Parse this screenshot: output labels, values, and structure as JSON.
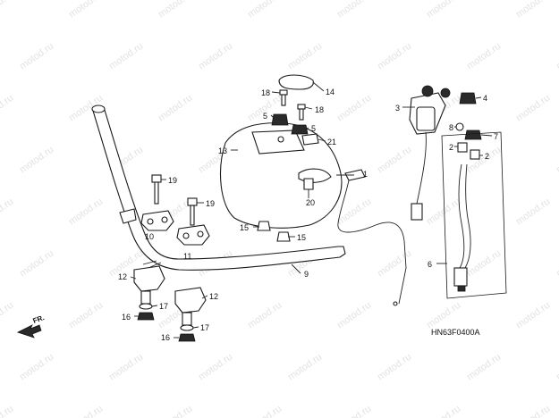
{
  "watermark": "motod.ru",
  "diagram_code": "HN63F0400A",
  "direction_label": "FR.",
  "callouts": [
    "1",
    "2",
    "2",
    "3",
    "4",
    "5",
    "5",
    "6",
    "7",
    "8",
    "9",
    "10",
    "11",
    "12",
    "12",
    "13",
    "14",
    "15",
    "15",
    "16",
    "16",
    "17",
    "17",
    "18",
    "18",
    "19",
    "19",
    "20",
    "21"
  ]
}
